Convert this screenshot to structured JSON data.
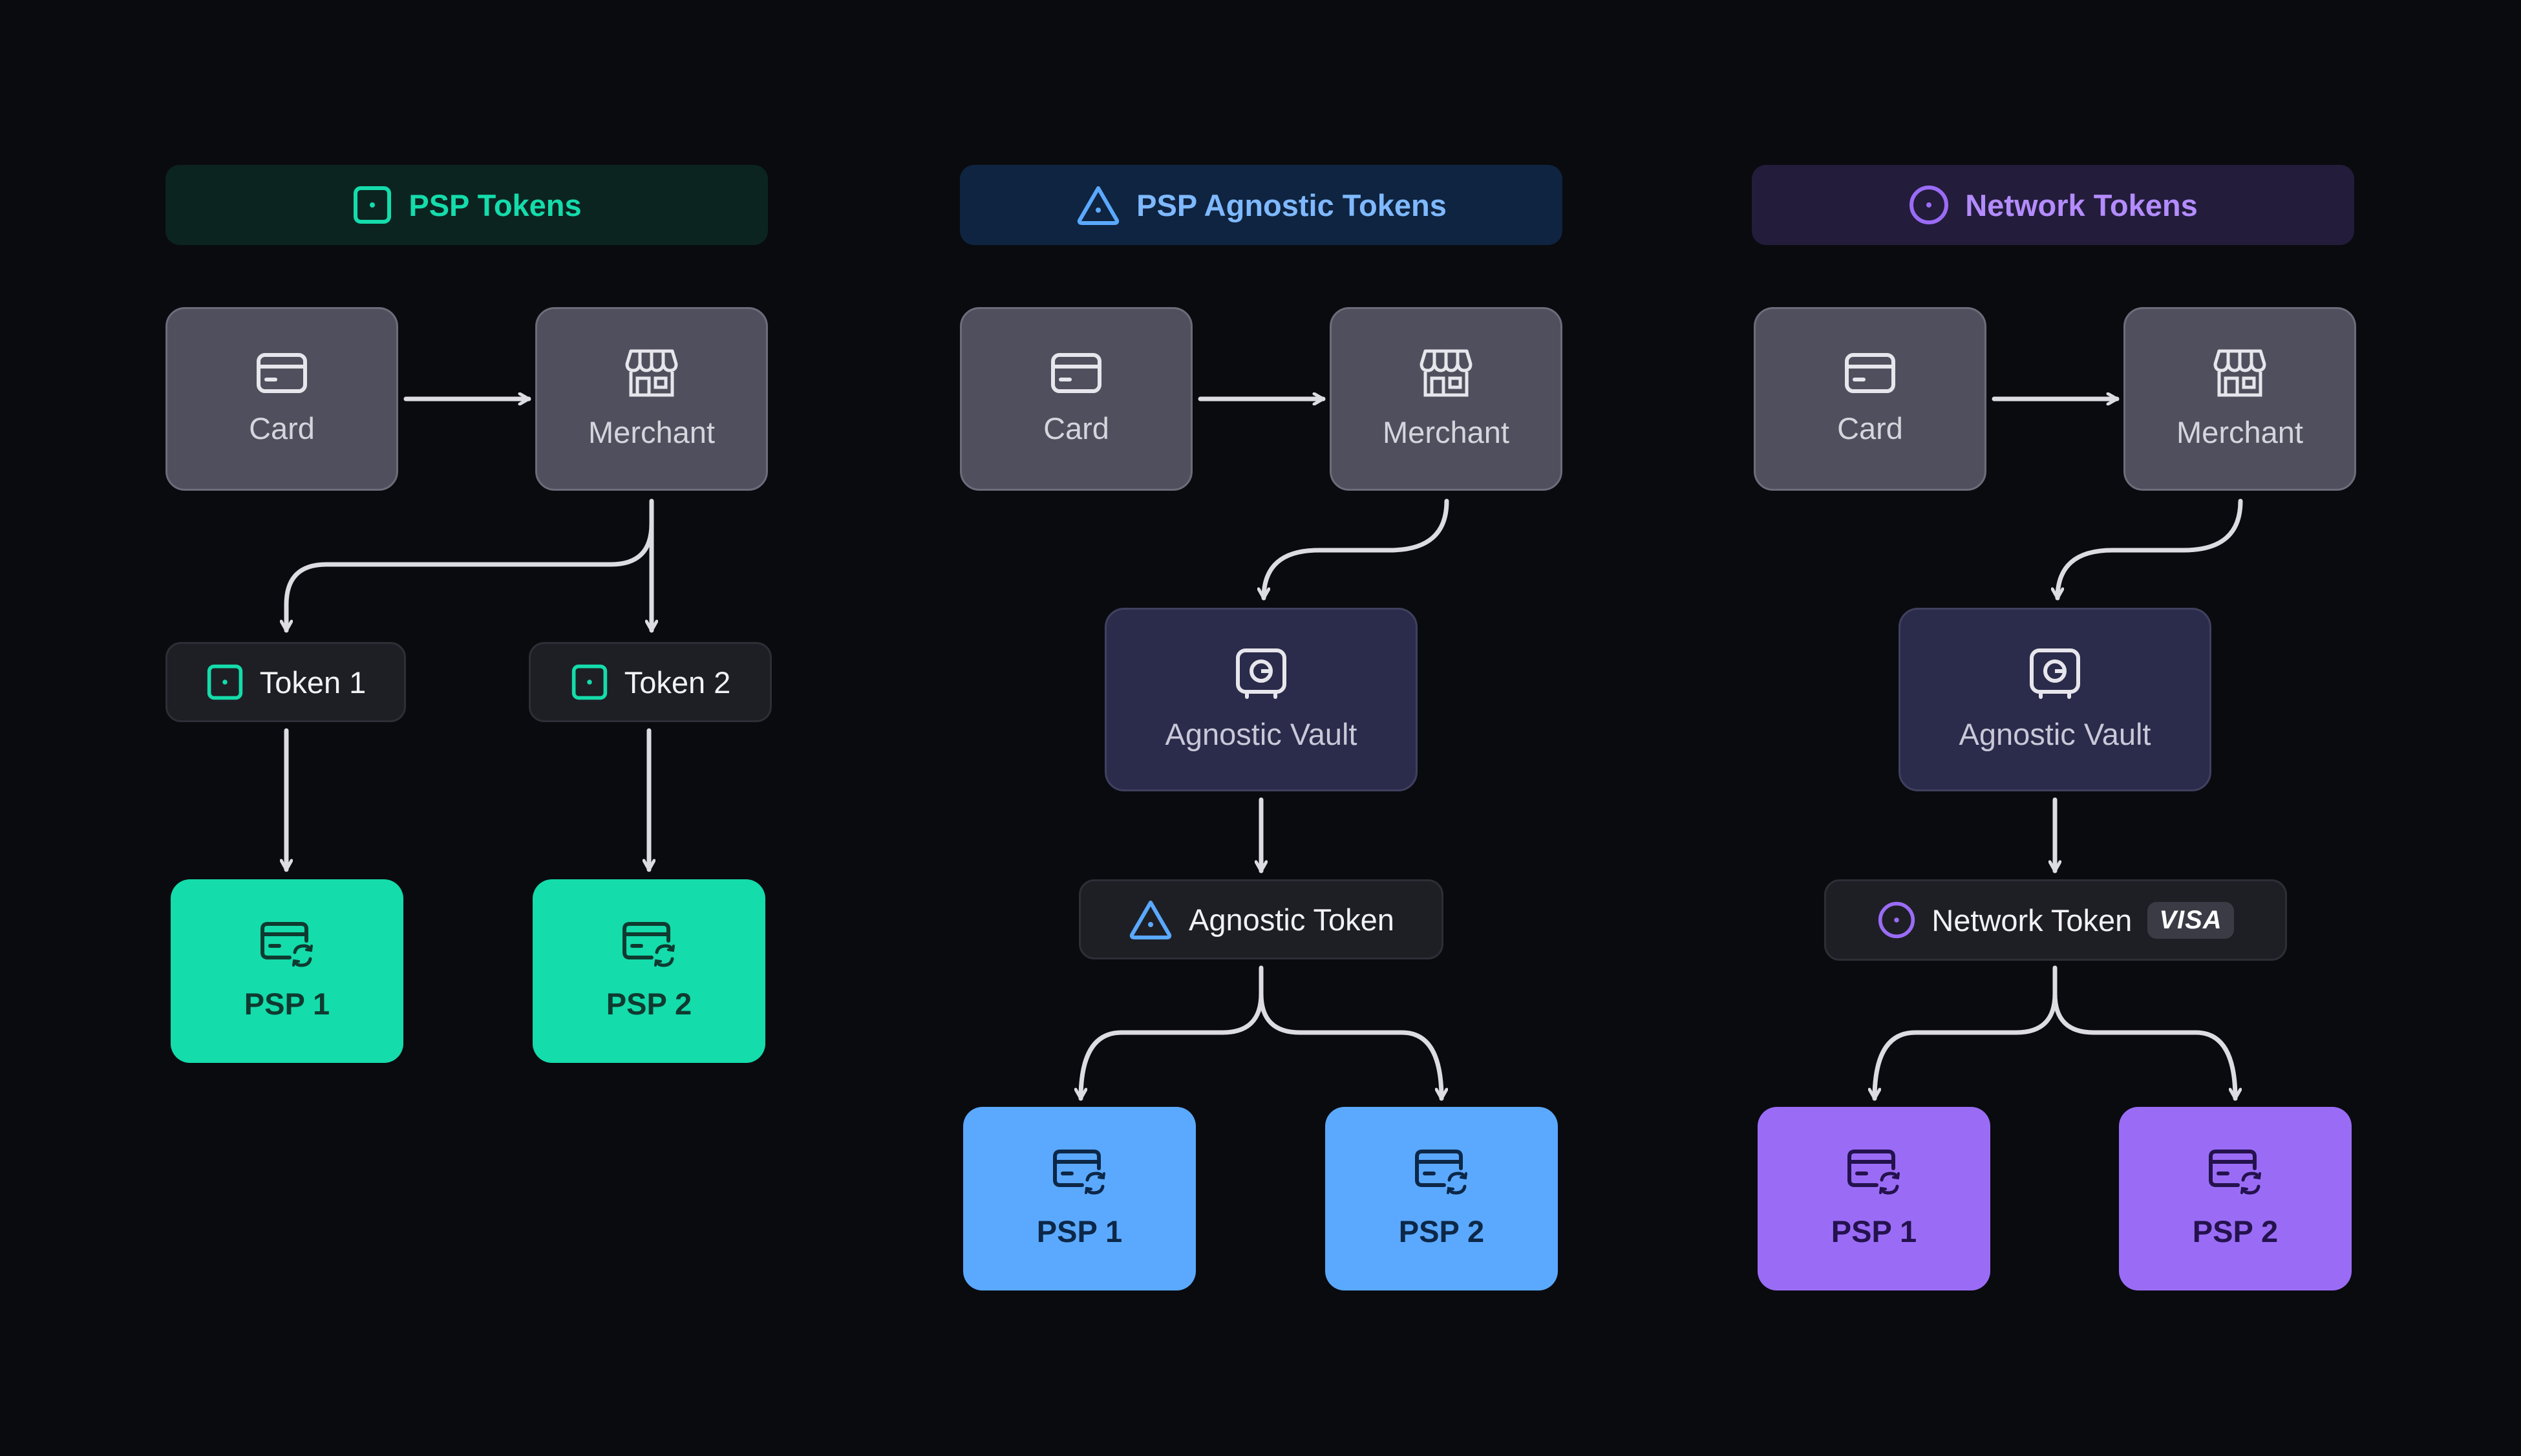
{
  "colors": {
    "background": "#0a0b0f",
    "green": "#14dcab",
    "blue": "#5aa9ff",
    "purple": "#9a6cf6",
    "connector": "#dcdce2"
  },
  "columns": [
    {
      "header": {
        "label": "PSP Tokens",
        "icon": "square-dot-icon"
      },
      "card": "Card",
      "merchant": "Merchant",
      "tokens": [
        "Token 1",
        "Token 2"
      ],
      "psps": [
        "PSP 1",
        "PSP 2"
      ]
    },
    {
      "header": {
        "label": "PSP Agnostic Tokens",
        "icon": "triangle-icon"
      },
      "card": "Card",
      "merchant": "Merchant",
      "vault": "Agnostic Vault",
      "token": "Agnostic Token",
      "psps": [
        "PSP 1",
        "PSP 2"
      ]
    },
    {
      "header": {
        "label": "Network Tokens",
        "icon": "circle-dot-icon"
      },
      "card": "Card",
      "merchant": "Merchant",
      "vault": "Agnostic Vault",
      "token": "Network Token",
      "badge": "VISA",
      "psps": [
        "PSP 1",
        "PSP 2"
      ]
    }
  ]
}
